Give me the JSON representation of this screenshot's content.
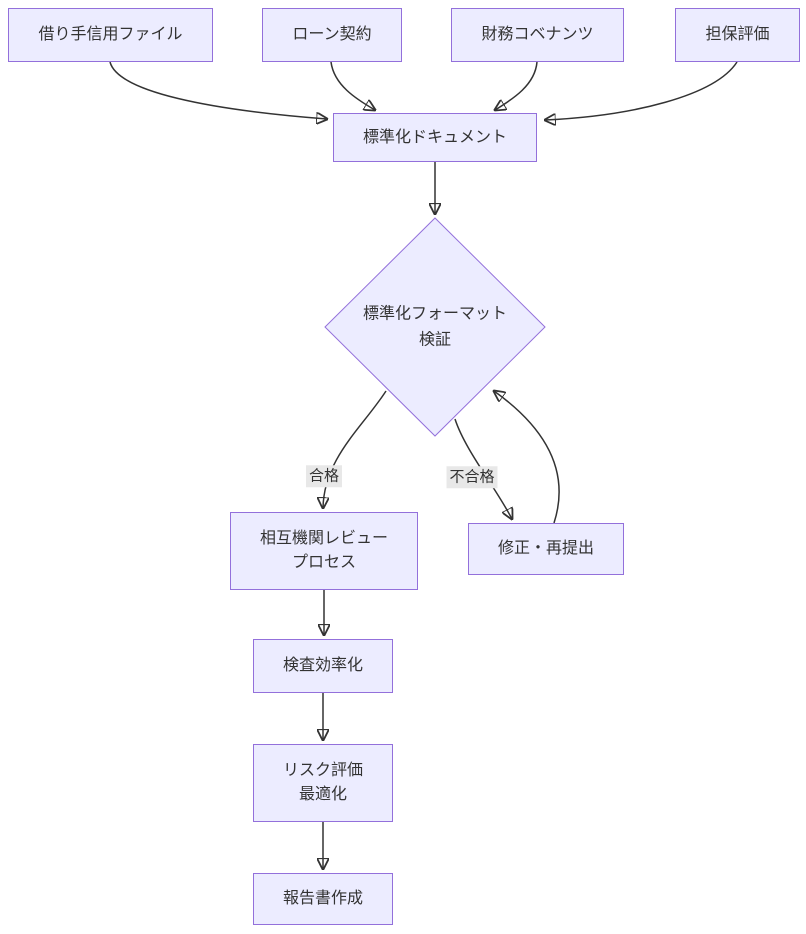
{
  "diagram": {
    "type": "flowchart",
    "direction": "top-down",
    "colors": {
      "background": "#ffffff",
      "node_fill": "#ECECFF",
      "node_border": "#9370DB",
      "node_text": "#333333",
      "edge_stroke": "#333333",
      "edge_label_bg": "#e8e8e8"
    },
    "nodes": {
      "borrower_credit_file": {
        "label": "借り手信用ファイル",
        "shape": "rect"
      },
      "loan_contract": {
        "label": "ローン契約",
        "shape": "rect"
      },
      "financial_covenants": {
        "label": "財務コベナンツ",
        "shape": "rect"
      },
      "collateral_evaluation": {
        "label": "担保評価",
        "shape": "rect"
      },
      "standardized_document": {
        "label": "標準化ドキュメント",
        "shape": "rect"
      },
      "format_verification": {
        "label": "標準化フォーマット\n検証",
        "shape": "diamond"
      },
      "interagency_review_process": {
        "label": "相互機関レビュー\nプロセス",
        "shape": "rect"
      },
      "fix_resubmit": {
        "label": "修正・再提出",
        "shape": "rect"
      },
      "inspection_efficiency": {
        "label": "検査効率化",
        "shape": "rect"
      },
      "risk_assessment_optimization": {
        "label": "リスク評価\n最適化",
        "shape": "rect"
      },
      "report_creation": {
        "label": "報告書作成",
        "shape": "rect"
      }
    },
    "edge_labels": {
      "pass": "合格",
      "fail": "不合格"
    },
    "edges": [
      {
        "from": "borrower_credit_file",
        "to": "standardized_document",
        "label": ""
      },
      {
        "from": "loan_contract",
        "to": "standardized_document",
        "label": ""
      },
      {
        "from": "financial_covenants",
        "to": "standardized_document",
        "label": ""
      },
      {
        "from": "collateral_evaluation",
        "to": "standardized_document",
        "label": ""
      },
      {
        "from": "standardized_document",
        "to": "format_verification",
        "label": ""
      },
      {
        "from": "format_verification",
        "to": "interagency_review_process",
        "label": "合格"
      },
      {
        "from": "format_verification",
        "to": "fix_resubmit",
        "label": "不合格"
      },
      {
        "from": "fix_resubmit",
        "to": "format_verification",
        "label": ""
      },
      {
        "from": "interagency_review_process",
        "to": "inspection_efficiency",
        "label": ""
      },
      {
        "from": "inspection_efficiency",
        "to": "risk_assessment_optimization",
        "label": ""
      },
      {
        "from": "risk_assessment_optimization",
        "to": "report_creation",
        "label": ""
      }
    ]
  }
}
